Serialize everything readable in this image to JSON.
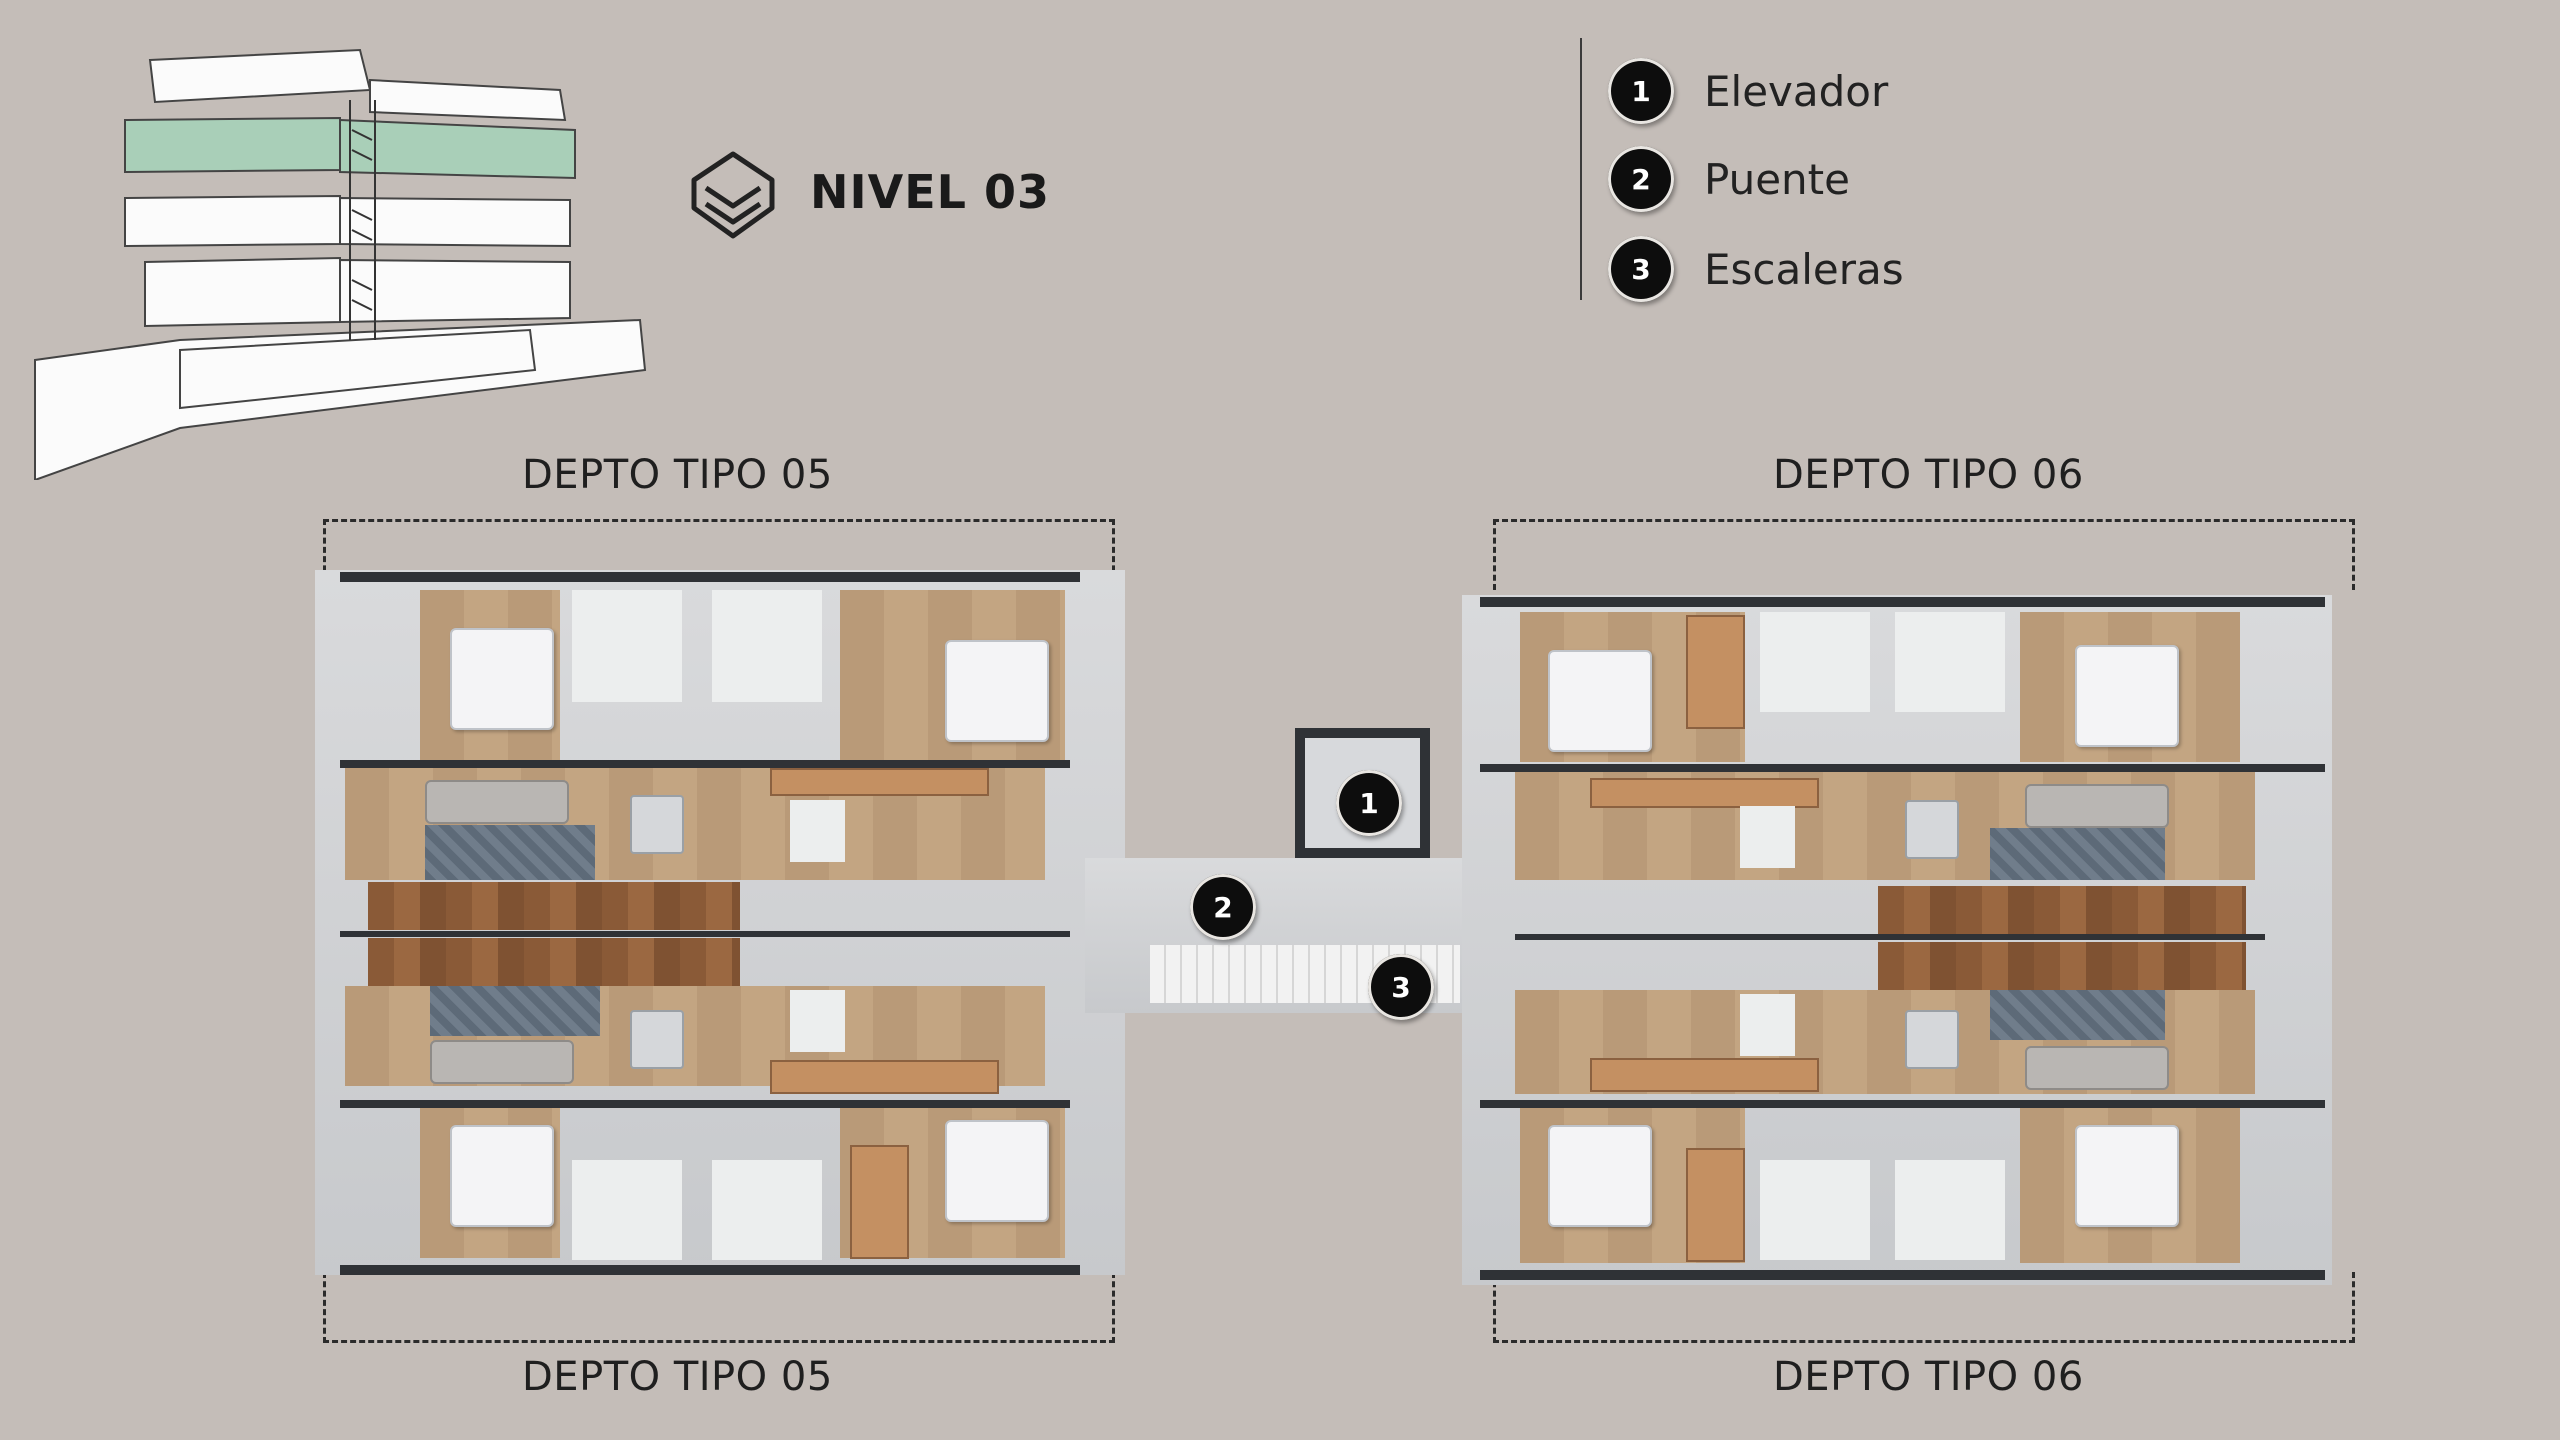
{
  "level": {
    "title": "NIVEL 03",
    "icon": "chevron-badge-icon"
  },
  "legend": [
    {
      "number": "1",
      "label": "Elevador"
    },
    {
      "number": "2",
      "label": "Puente"
    },
    {
      "number": "3",
      "label": "Escaleras"
    }
  ],
  "units": {
    "top_left": "DEPTO TIPO 05",
    "bottom_left": "DEPTO TIPO 05",
    "top_right": "DEPTO TIPO 06",
    "bottom_right": "DEPTO TIPO 06"
  },
  "markers": [
    {
      "number": "1",
      "refers_to": "Elevador"
    },
    {
      "number": "2",
      "refers_to": "Puente"
    },
    {
      "number": "3",
      "refers_to": "Escaleras"
    }
  ],
  "colors": {
    "background": "#c4bdb8",
    "highlight_floor": "#a9cfb8",
    "marker": "#0d0d0d"
  }
}
